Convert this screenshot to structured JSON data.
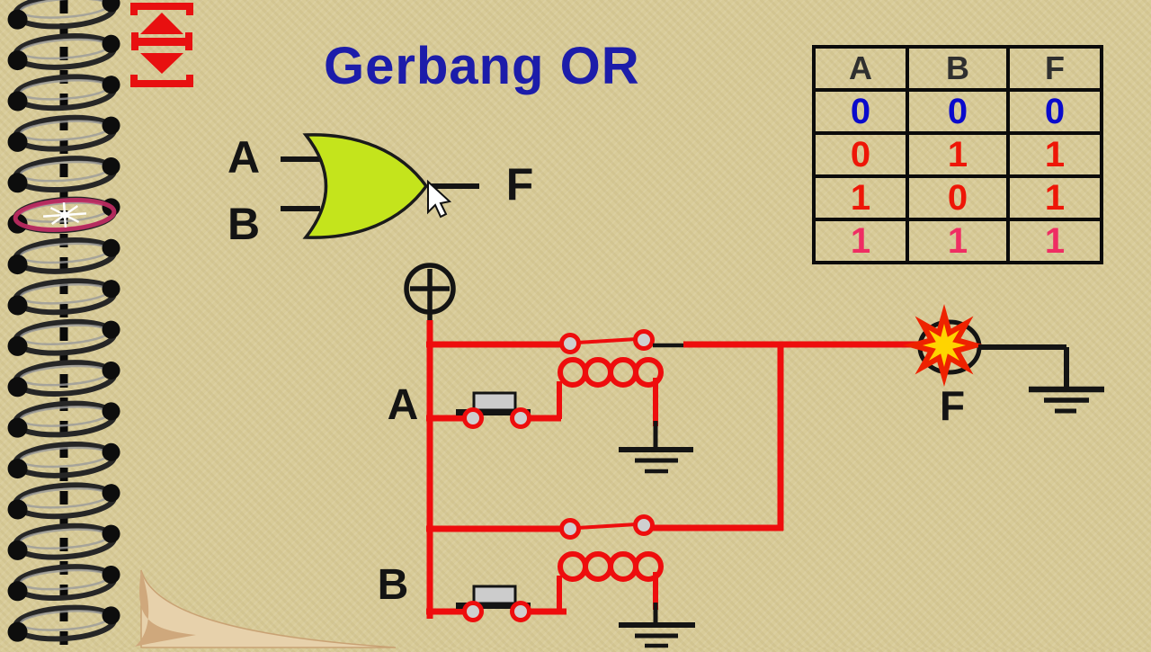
{
  "page": {
    "title": "Gerbang OR"
  },
  "theme": {
    "background": "#d8cb98",
    "title_color": "#1c1caa",
    "wire_red": "#ee0d0d",
    "gate_fill": "#c4e41c",
    "ink_black": "#141414",
    "nav_red": "#e81010",
    "star_red": "#ee2200",
    "star_yellow": "#ffd400",
    "button_cap": "#cccccc",
    "curl_light": "#e7d1ab",
    "curl_dark": "#cfa87c"
  },
  "nav": {
    "items": [
      "page-up",
      "divider",
      "page-down"
    ]
  },
  "or_gate": {
    "input_a": "A",
    "input_b": "B",
    "output": "F"
  },
  "truth_table": {
    "headers": [
      "A",
      "B",
      "F"
    ],
    "header_color": "#2f2f2f",
    "rows": [
      {
        "values": [
          "0",
          "0",
          "0"
        ],
        "color": "#0a0acc"
      },
      {
        "values": [
          "0",
          "1",
          "1"
        ],
        "color": "#ee1607"
      },
      {
        "values": [
          "1",
          "0",
          "1"
        ],
        "color": "#ee1607"
      },
      {
        "values": [
          "1",
          "1",
          "1"
        ],
        "color": "#ef2d63"
      }
    ]
  },
  "relay_circuit": {
    "branch_a_label": "A",
    "branch_b_label": "B",
    "lamp_label": "F"
  }
}
